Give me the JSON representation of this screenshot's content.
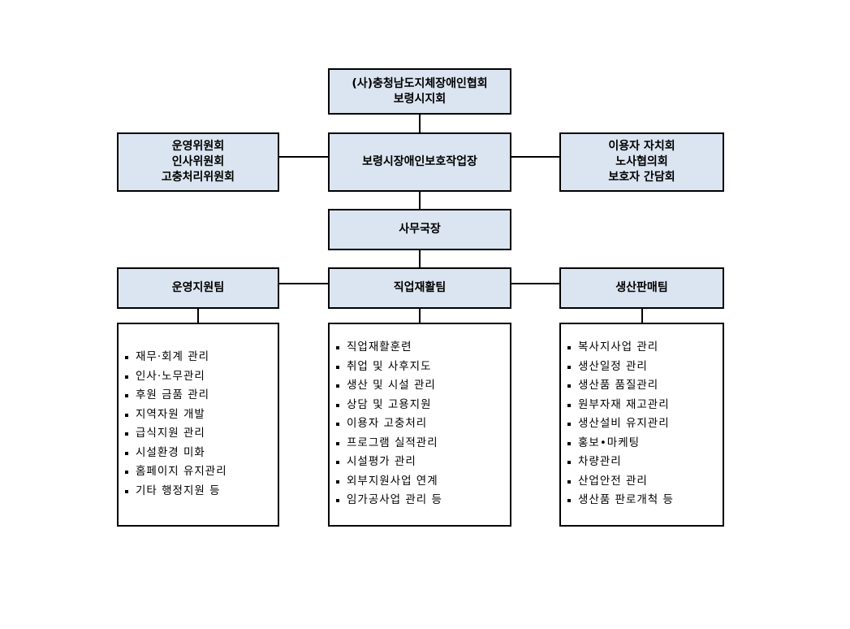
{
  "top": {
    "line1": "(사)충청남도지체장애인협회",
    "line2": "보령시지회"
  },
  "left_committee": {
    "lines": [
      "운영위원회",
      "인사위원회",
      "고충처리위원회"
    ]
  },
  "center": {
    "label": "보령시장애인보호작업장"
  },
  "right_committee": {
    "lines": [
      "이용자 자치회",
      "노사협의회",
      "보호자 간담회"
    ]
  },
  "director": {
    "label": "사무국장"
  },
  "teams": [
    {
      "name": "운영지원팀",
      "duties": [
        "재무·회계 관리",
        "인사·노무관리",
        "후원 금품 관리",
        "지역자원 개발",
        "급식지원 관리",
        "시설환경 미화",
        "홈페이지 유지관리",
        "기타 행정지원 등"
      ]
    },
    {
      "name": "직업재활팀",
      "duties": [
        "직업재활훈련",
        "취업 및 사후지도",
        "생산 및 시설 관리",
        "상담 및 고용지원",
        "이용자 고충처리",
        "프로그램 실적관리",
        "시설평가 관리",
        "외부지원사업 연계",
        "임가공사업 관리 등"
      ]
    },
    {
      "name": "생산판매팀",
      "duties": [
        "복사지사업 관리",
        "생산일정 관리",
        "생산품 품질관리",
        "원부자재 재고관리",
        "생산설비 유지관리",
        "홍보•마케팅",
        "차량관리",
        "산업안전 관리",
        "생산품 판로개척 등"
      ]
    }
  ],
  "colors": {
    "box_fill": "#dbe5f1",
    "border": "#000000"
  }
}
